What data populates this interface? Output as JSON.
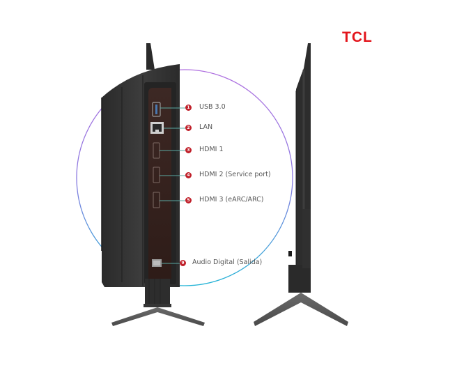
{
  "brand": {
    "logo_text": "TCL",
    "color": "#e3141b"
  },
  "figure": {
    "description": "TV side profile with zoomed connector panel",
    "circle_gradient": [
      "#a064d8",
      "#2fb3d8"
    ],
    "panel_color": "#3a2420",
    "badge_color": "#c0202a",
    "leader_line_color": "#4fa8a0"
  },
  "ports": [
    {
      "number": "1",
      "label": "USB 3.0",
      "icon": "usb-port-icon"
    },
    {
      "number": "2",
      "label": "LAN",
      "icon": "ethernet-port-icon"
    },
    {
      "number": "3",
      "label": "HDMI 1",
      "icon": "hdmi-port-icon"
    },
    {
      "number": "4",
      "label": "HDMI 2 (Service port)",
      "icon": "hdmi-port-icon"
    },
    {
      "number": "5",
      "label": "HDMI 3 (eARC/ARC)",
      "icon": "hdmi-port-icon"
    },
    {
      "number": "9",
      "label": "Audio Digital (Salida)",
      "icon": "optical-port-icon"
    }
  ]
}
